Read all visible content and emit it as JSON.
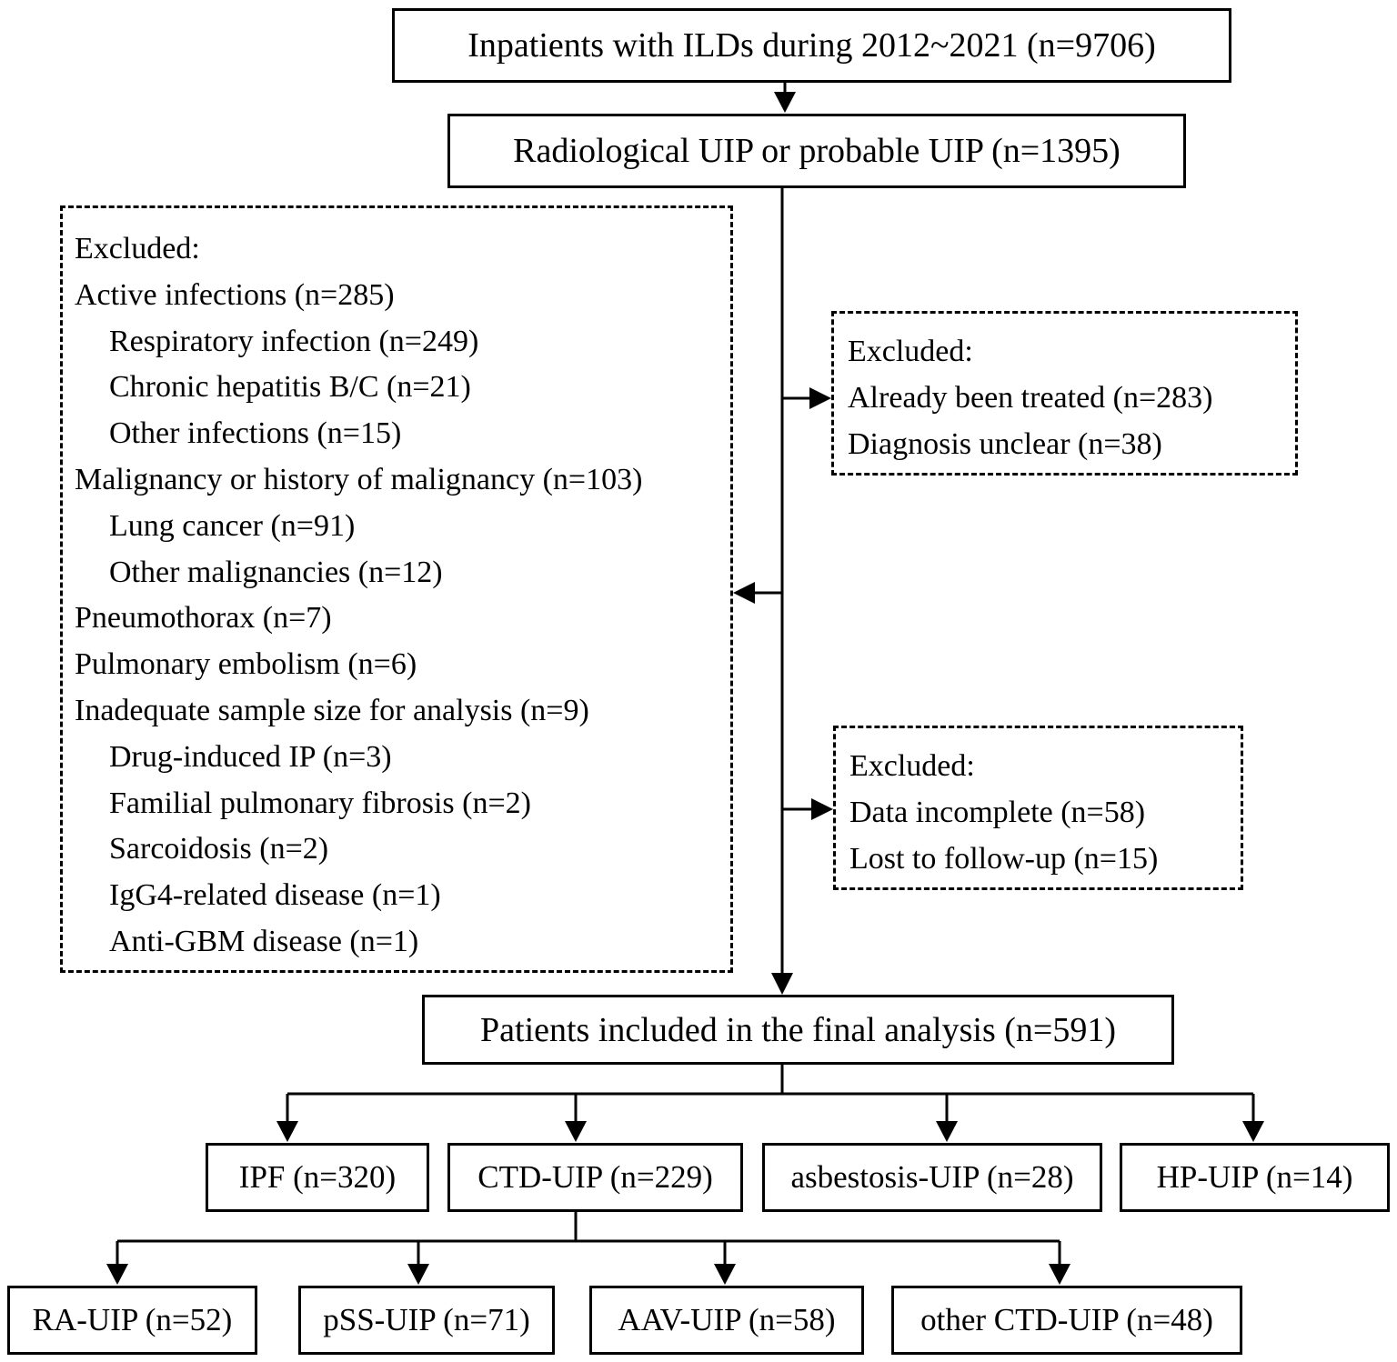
{
  "nodes": {
    "inpatients": "Inpatients with ILDs during 2012~2021 (n=9706)",
    "radiological": "Radiological UIP or probable UIP (n=1395)",
    "final": "Patients included in the final analysis (n=591)",
    "ipf": "IPF (n=320)",
    "ctd": "CTD-UIP (n=229)",
    "asbestosis": "asbestosis-UIP (n=28)",
    "hp": "HP-UIP (n=14)",
    "ra": "RA-UIP (n=52)",
    "pss": "pSS-UIP (n=71)",
    "aav": "AAV-UIP (n=58)",
    "other_ctd": "other CTD-UIP (n=48)"
  },
  "exclusions_main": [
    {
      "text": "Excluded:",
      "indent": false
    },
    {
      "text": "Active infections (n=285)",
      "indent": false
    },
    {
      "text": "Respiratory infection (n=249)",
      "indent": true
    },
    {
      "text": "Chronic hepatitis B/C (n=21)",
      "indent": true
    },
    {
      "text": "Other infections (n=15)",
      "indent": true
    },
    {
      "text": "Malignancy or history of malignancy (n=103)",
      "indent": false
    },
    {
      "text": "Lung cancer (n=91)",
      "indent": true
    },
    {
      "text": "Other malignancies (n=12)",
      "indent": true
    },
    {
      "text": "Pneumothorax (n=7)",
      "indent": false
    },
    {
      "text": "Pulmonary embolism (n=6)",
      "indent": false
    },
    {
      "text": "Inadequate sample size for analysis (n=9)",
      "indent": false
    },
    {
      "text": "Drug-induced IP (n=3)",
      "indent": true
    },
    {
      "text": "Familial pulmonary fibrosis (n=2)",
      "indent": true
    },
    {
      "text": "Sarcoidosis (n=2)",
      "indent": true
    },
    {
      "text": "IgG4-related disease (n=1)",
      "indent": true
    },
    {
      "text": "Anti-GBM disease (n=1)",
      "indent": true
    }
  ],
  "exclusions_treated": [
    "Excluded:",
    "Already been treated (n=283)",
    "Diagnosis unclear (n=38)"
  ],
  "exclusions_data": [
    "Excluded:",
    "Data incomplete (n=58)",
    "Lost to follow-up (n=15)"
  ]
}
